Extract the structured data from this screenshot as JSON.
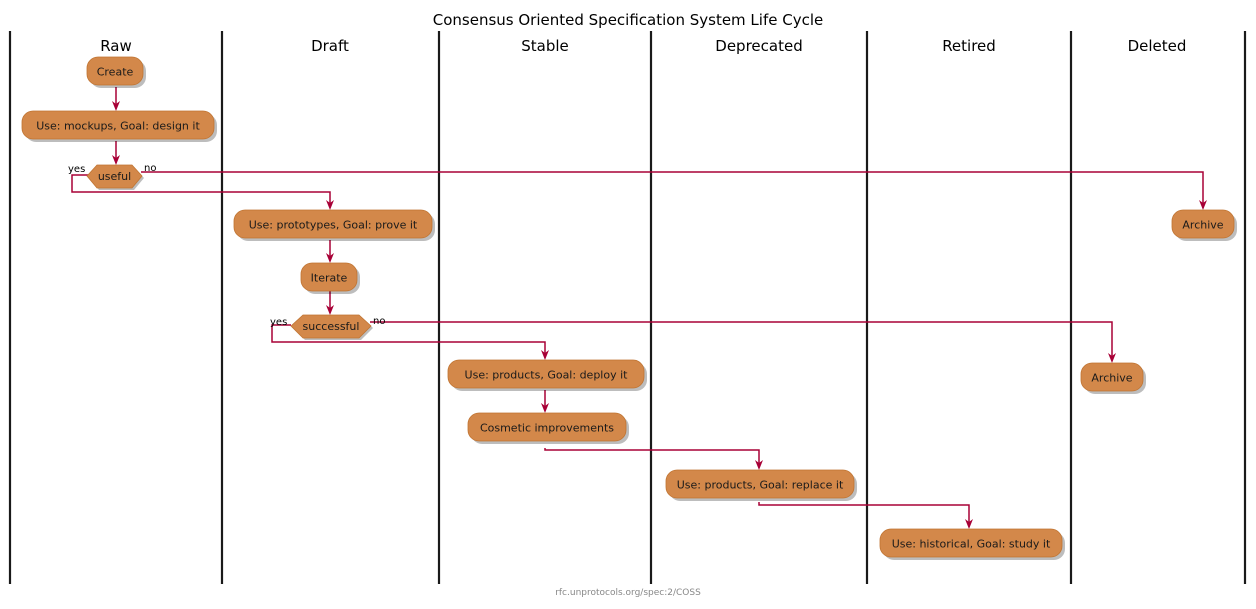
{
  "diagram": {
    "title": "Consensus Oriented Specification System Life Cycle",
    "footer": "rfc.unprotocols.org/spec:2/COSS",
    "colors": {
      "node_fill": "#D3884A",
      "node_stroke": "#C07432",
      "flow": "#A80036",
      "lane_divider": "#1A1A1A",
      "footer_text": "#888888"
    },
    "lanes": [
      {
        "id": "raw",
        "label": "Raw"
      },
      {
        "id": "draft",
        "label": "Draft"
      },
      {
        "id": "stable",
        "label": "Stable"
      },
      {
        "id": "deprecated",
        "label": "Deprecated"
      },
      {
        "id": "retired",
        "label": "Retired"
      },
      {
        "id": "deleted",
        "label": "Deleted"
      }
    ],
    "nodes": [
      {
        "id": "create",
        "lane": "raw",
        "label": "Create",
        "shape": "activity"
      },
      {
        "id": "raw-use",
        "lane": "raw",
        "label": "Use: mockups, Goal: design it",
        "shape": "activity"
      },
      {
        "id": "useful",
        "lane": "raw",
        "label": "useful",
        "shape": "decision"
      },
      {
        "id": "draft-use",
        "lane": "draft",
        "label": "Use: prototypes, Goal: prove it",
        "shape": "activity"
      },
      {
        "id": "iterate",
        "lane": "draft",
        "label": "Iterate",
        "shape": "activity"
      },
      {
        "id": "successful",
        "lane": "draft",
        "label": "successful",
        "shape": "decision"
      },
      {
        "id": "stable-use",
        "lane": "stable",
        "label": "Use: products, Goal: deploy it",
        "shape": "activity"
      },
      {
        "id": "cosmetic",
        "lane": "stable",
        "label": "Cosmetic improvements",
        "shape": "activity"
      },
      {
        "id": "deprecated-use",
        "lane": "deprecated",
        "label": "Use: products, Goal: replace it",
        "shape": "activity"
      },
      {
        "id": "retired-use",
        "lane": "retired",
        "label": "Use: historical, Goal: study it",
        "shape": "activity"
      },
      {
        "id": "archive-retired",
        "lane": "retired",
        "label": "Archive",
        "shape": "activity"
      },
      {
        "id": "archive-deleted",
        "lane": "deleted",
        "label": "Archive",
        "shape": "activity"
      }
    ],
    "branch_labels": [
      {
        "id": "useful-yes",
        "text": "yes",
        "from": "useful"
      },
      {
        "id": "useful-no",
        "text": "no",
        "from": "useful"
      },
      {
        "id": "successful-yes",
        "text": "yes",
        "from": "successful"
      },
      {
        "id": "successful-no",
        "text": "no",
        "from": "successful"
      }
    ],
    "edges": [
      {
        "id": "create-to-raw-use",
        "from": "create",
        "to": "raw-use",
        "label": ""
      },
      {
        "id": "raw-use-to-useful",
        "from": "raw-use",
        "to": "useful",
        "label": ""
      },
      {
        "id": "useful-yes-to-draft-use",
        "from": "useful",
        "to": "draft-use",
        "label": "yes"
      },
      {
        "id": "useful-no-to-archive",
        "from": "useful",
        "to": "archive-deleted",
        "label": "no"
      },
      {
        "id": "draft-use-to-iterate",
        "from": "draft-use",
        "to": "iterate",
        "label": ""
      },
      {
        "id": "iterate-to-successful",
        "from": "iterate",
        "to": "successful",
        "label": ""
      },
      {
        "id": "successful-yes-to-stable",
        "from": "successful",
        "to": "stable-use",
        "label": "yes"
      },
      {
        "id": "successful-no-to-archive",
        "from": "successful",
        "to": "archive-retired",
        "label": "no"
      },
      {
        "id": "stable-to-cosmetic",
        "from": "stable-use",
        "to": "cosmetic",
        "label": ""
      },
      {
        "id": "cosmetic-to-deprecated",
        "from": "cosmetic",
        "to": "deprecated-use",
        "label": ""
      },
      {
        "id": "deprecated-to-retired",
        "from": "deprecated-use",
        "to": "retired-use",
        "label": ""
      }
    ]
  }
}
